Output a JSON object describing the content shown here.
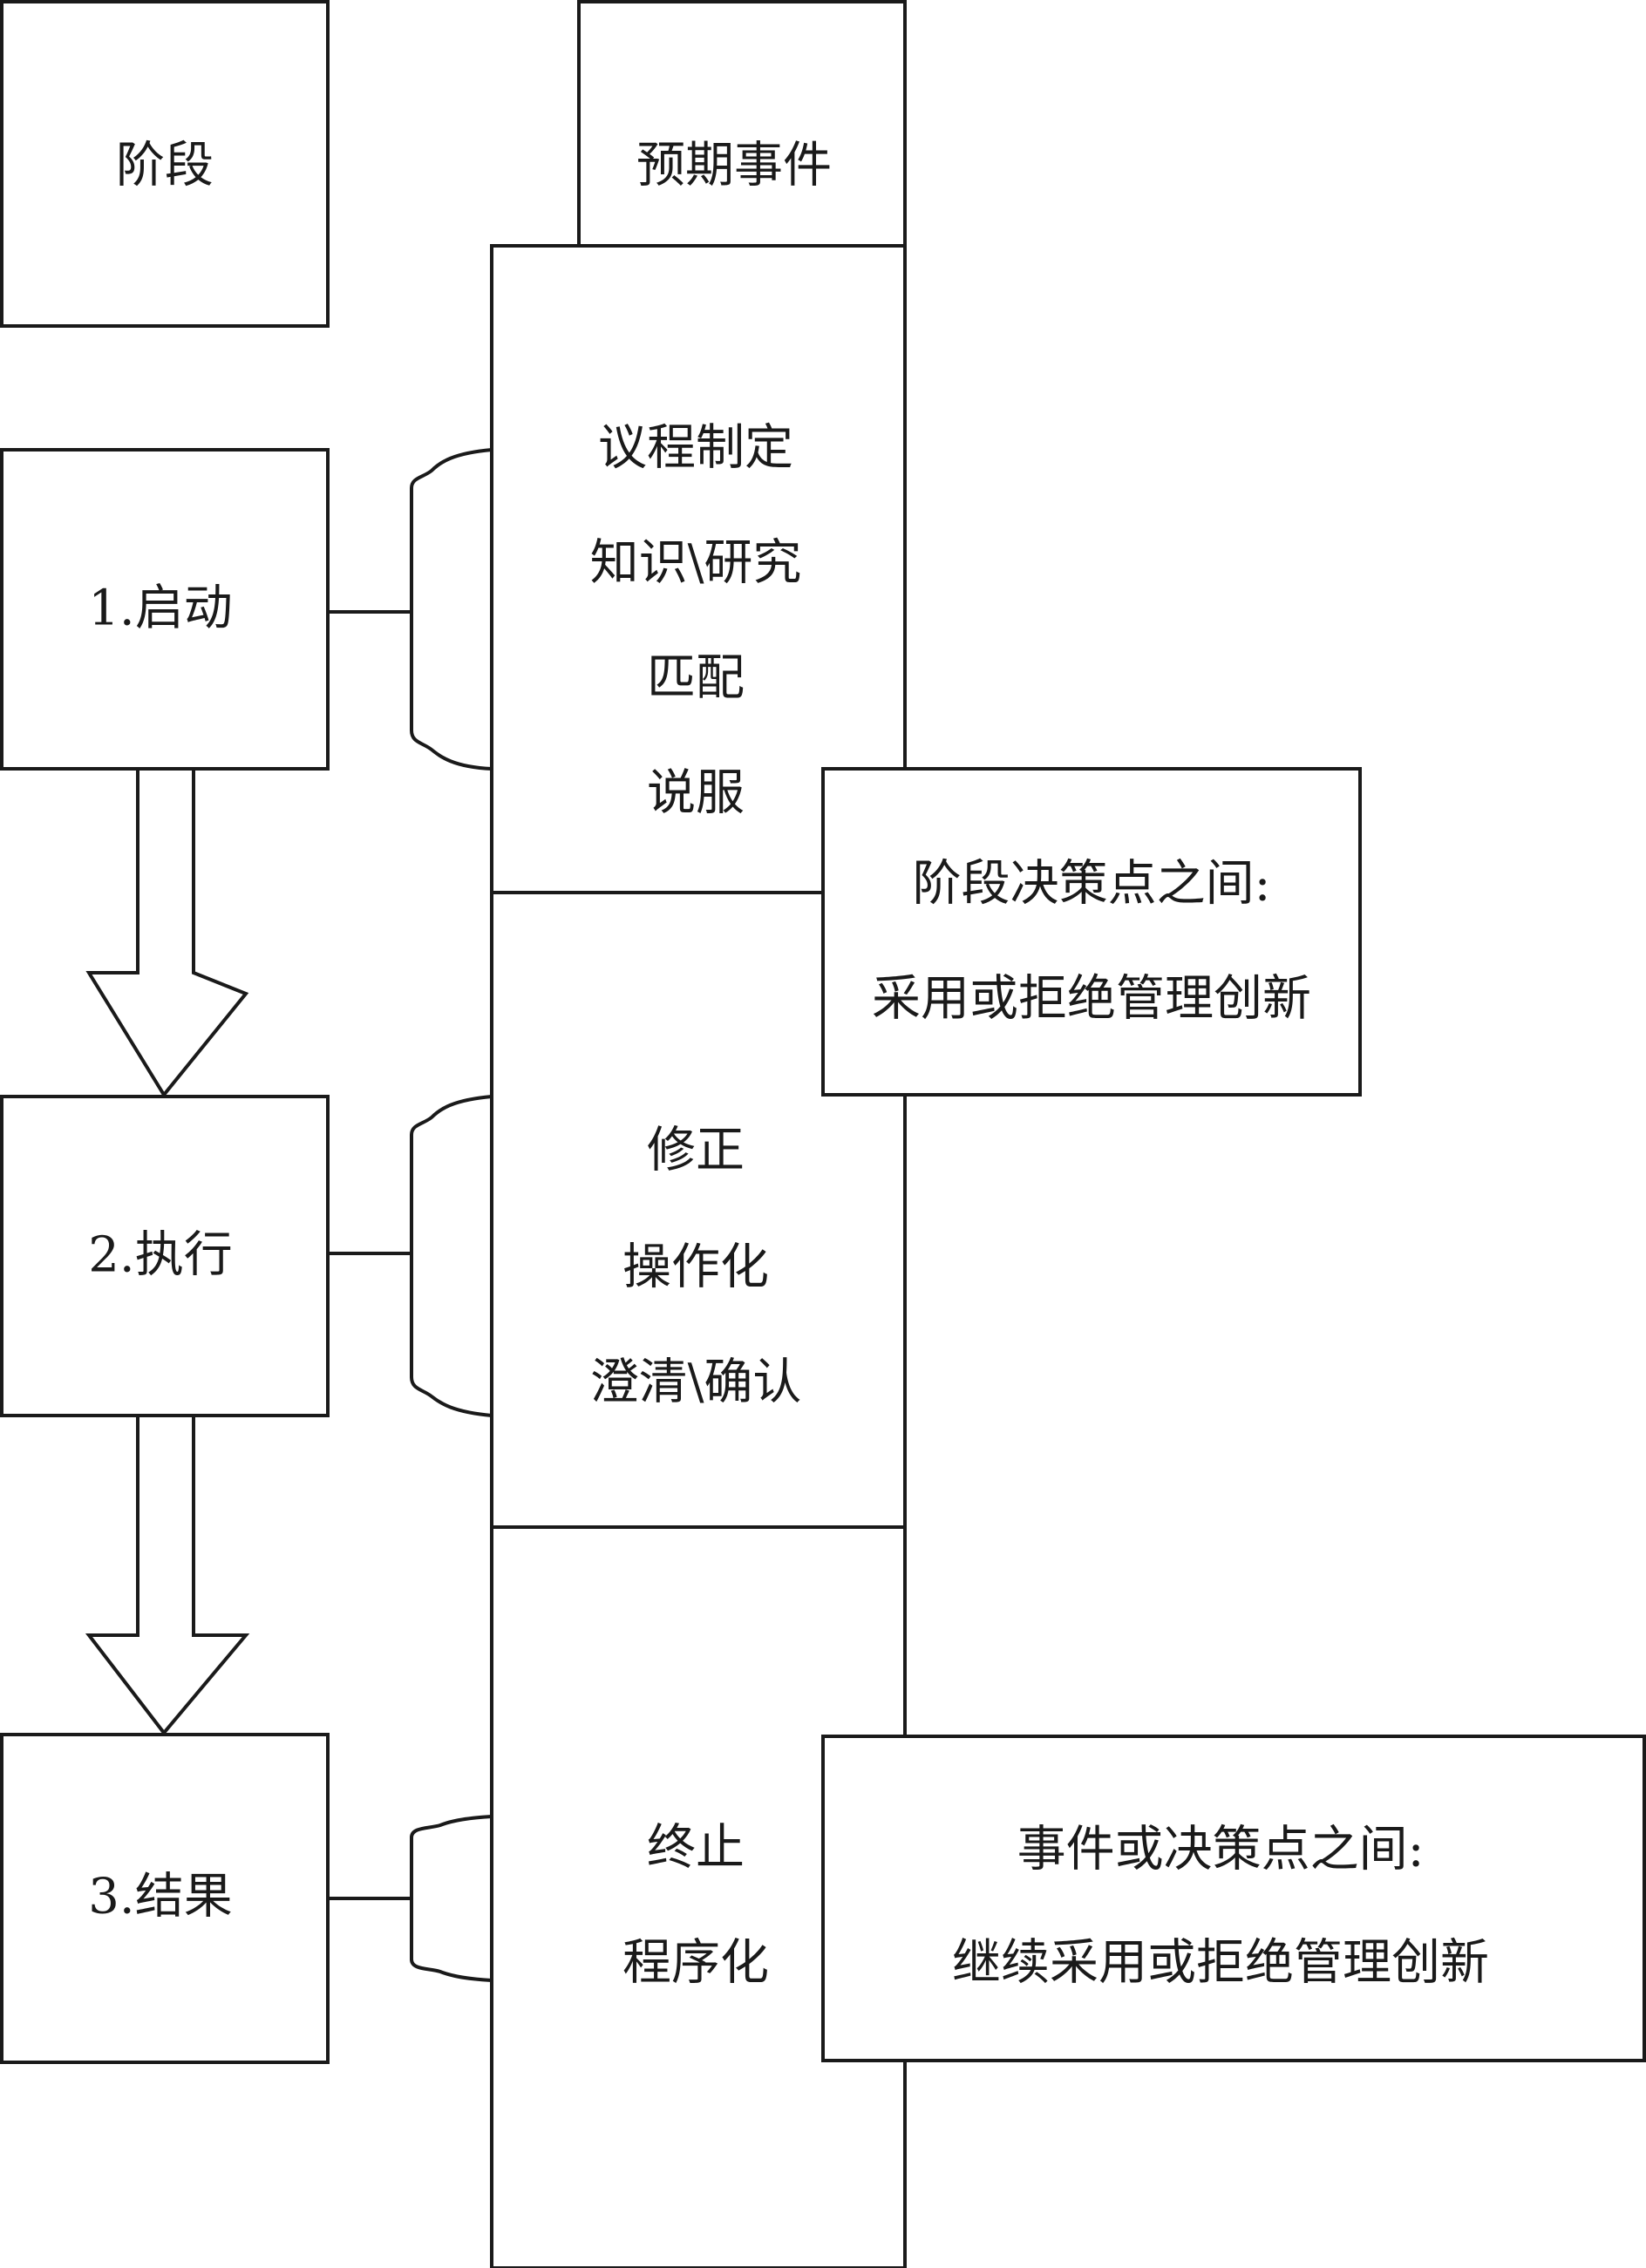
{
  "header": {
    "stage": "阶段",
    "events": "预期事件"
  },
  "stages": [
    {
      "label": "1.启动"
    },
    {
      "label": "2.执行"
    },
    {
      "label": "3.结果"
    }
  ],
  "events": [
    {
      "items": [
        "议程制定",
        "知识\\研究",
        "匹配",
        "说服"
      ]
    },
    {
      "items": [
        "修正",
        "操作化",
        "澄清\\确认"
      ]
    },
    {
      "items": [
        "终止",
        "程序化"
      ]
    }
  ],
  "decisions": [
    {
      "lines": [
        "阶段决策点之间:",
        "采用或拒绝管理创新"
      ]
    },
    {
      "lines": [
        "事件或决策点之间:",
        "继续采用或拒绝管理创新"
      ]
    }
  ]
}
